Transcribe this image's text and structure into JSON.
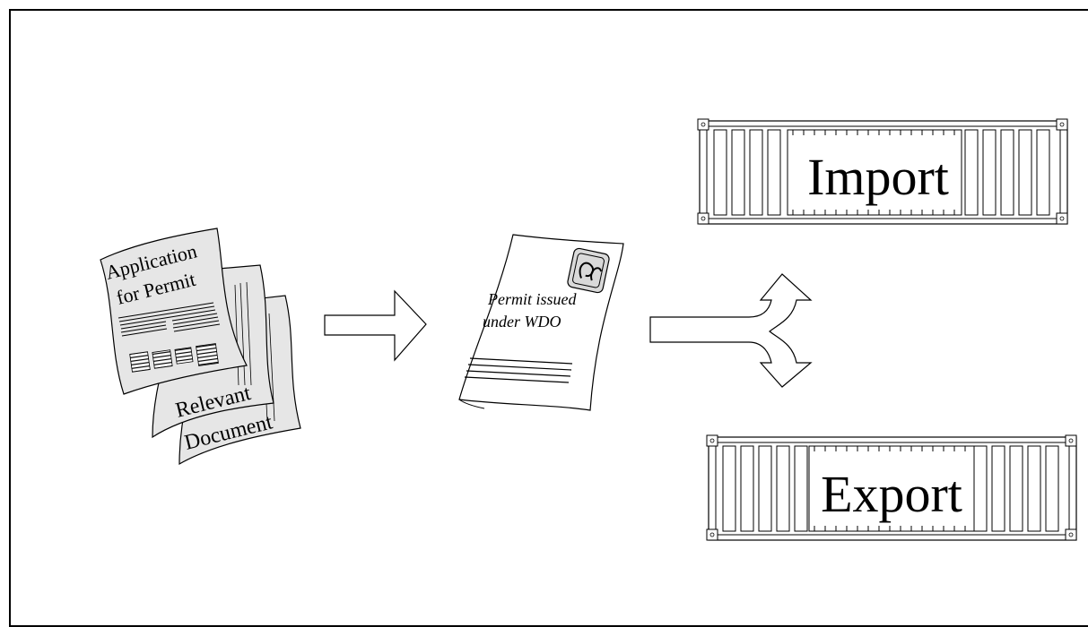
{
  "documents": {
    "application_line1": "Application",
    "application_line2": "for Permit",
    "relevant": "Relevant",
    "document": "Document"
  },
  "permit": {
    "line1": "Permit issued",
    "line2": "under WDO"
  },
  "containers": {
    "import_label": "Import",
    "export_label": "Export"
  },
  "colors": {
    "stroke": "#000000",
    "paper_shade": "#e6e6e6",
    "background": "#ffffff"
  }
}
